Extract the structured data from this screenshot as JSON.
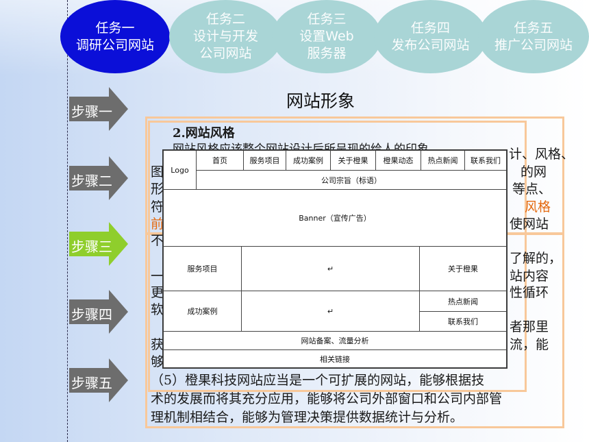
{
  "tabs": [
    {
      "line1": "任务一",
      "line2": "调研公司网站",
      "line3": ""
    },
    {
      "line1": "任务二",
      "line2": "设计与开发",
      "line3": "公司网站"
    },
    {
      "line1": "任务三",
      "line2": "设置Web",
      "line3": "服务器"
    },
    {
      "line1": "任务四",
      "line2": "发布公司网站",
      "line3": ""
    },
    {
      "line1": "任务五",
      "line2": "推广公司网站",
      "line3": ""
    }
  ],
  "steps": [
    "步骤一",
    "步骤二",
    "步骤三",
    "步骤四",
    "步骤五"
  ],
  "colors": {
    "active_tab": "#0b0fd8",
    "inactive_tab": "#a9d5d6",
    "step_arrow": "#6d6d6d",
    "step_active": "#8fce2c",
    "frame": "#f8c89a",
    "accent_text": "#e46a10"
  },
  "page_title": "网站形象",
  "section_heading": "2.网站风格",
  "text_fragments": {
    "row1": "网站风格应该整个网站设计后所呈现的给人的印象……",
    "row1_right": "计、风格、",
    "row2_left": "图",
    "row2_right": "的网",
    "row3_left": "形",
    "row3_right": "等点、",
    "row4_left": "符",
    "row4_right": "风格",
    "row5_left": "前",
    "row5_right": "使网站",
    "row6_left": "不",
    "row7_left": "一",
    "row7_right": "了解的，",
    "row8_right": "站内容",
    "row9_left": "更",
    "row9_right": "性循环",
    "row10_left": "软",
    "row11_right": "者那里",
    "row12_left": "获",
    "row12_right": "流，能",
    "row13_left": "够"
  },
  "paragraph5": {
    "line1": "（5）橙果科技网站应当是一个可扩展的网站，能够根据技",
    "line2": "术的发展而将其充分应用，能够将公司外部窗口和公司内部管",
    "line3": "理机制相结合，能够为管理决策提供数据统计与分析。"
  },
  "mockup": {
    "logo": "Logo",
    "nav": [
      "首页",
      "服务项目",
      "成功案例",
      "关于橙果",
      "橙果动态",
      "热点新闻",
      "联系我们"
    ],
    "slogan": "公司宗旨（标语）",
    "banner": "Banner（宣传广告）",
    "services": "服务项目",
    "about": "关于橙果",
    "cases": "成功案例",
    "hot_news": "热点新闻",
    "contact": "联系我们",
    "footer_stats": "网站备案、流量分析",
    "footer_links": "相关链接",
    "return_mark": "↵"
  }
}
